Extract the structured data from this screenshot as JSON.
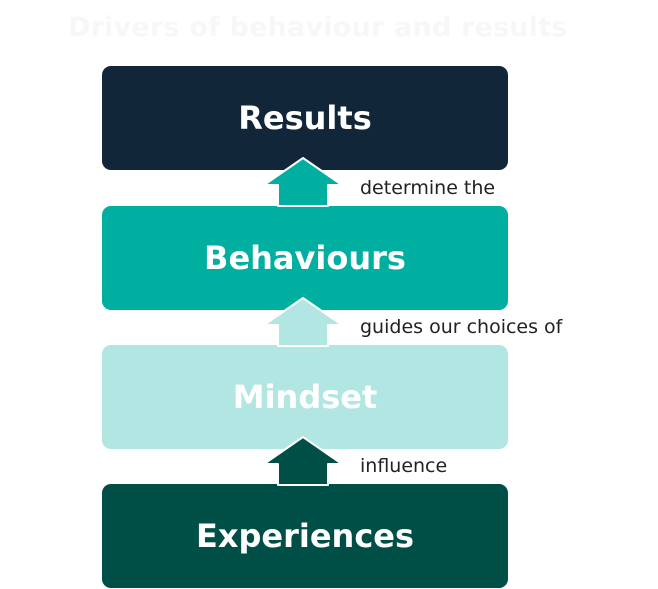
{
  "title": "Drivers of behaviour and results",
  "colors": {
    "results": "#12263a",
    "behaviours": "#00afa0",
    "mindset": "#b2e6e2",
    "experiences": "#004f47",
    "arrow_stroke": "#ffffff"
  },
  "boxes": {
    "results": "Results",
    "behaviours": "Behaviours",
    "mindset": "Mindset",
    "experiences": "Experiences"
  },
  "links": {
    "behaviours_to_results": "determine the",
    "mindset_to_behaviours": "guides our choices of",
    "experiences_to_mindset": "influence"
  }
}
